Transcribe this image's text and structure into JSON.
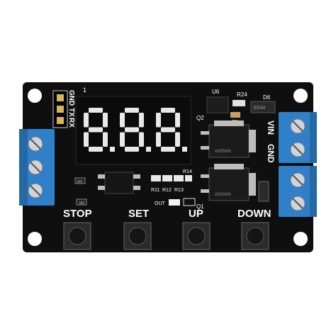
{
  "display": {
    "digits": "8.8.8."
  },
  "header": {
    "pins": [
      "GND",
      "TX",
      "RX"
    ],
    "pin1": "1"
  },
  "buttons": [
    {
      "label": "STOP"
    },
    {
      "label": "SET"
    },
    {
      "label": "UP"
    },
    {
      "label": "DOWN"
    }
  ],
  "terminals": {
    "gnd": "GND",
    "vin": "VIN"
  },
  "components": {
    "u6": "U6",
    "r24": "R24",
    "d6": "D6",
    "ss34": "SS34",
    "c6": "C6",
    "q2": "Q2",
    "q1": "Q1",
    "r14": "R14",
    "r11": "R11",
    "r12": "R12",
    "r13": "R13",
    "out": "OUT",
    "r302": "302",
    "r302b": "302",
    "mosfet1": "A0D56N",
    "mosfet2": "A0D56N"
  },
  "colors": {
    "pcb": "#0f0f10",
    "terminal": "#2f80c8",
    "digit": "#e8e8e8",
    "button": "#1a1a1a"
  }
}
